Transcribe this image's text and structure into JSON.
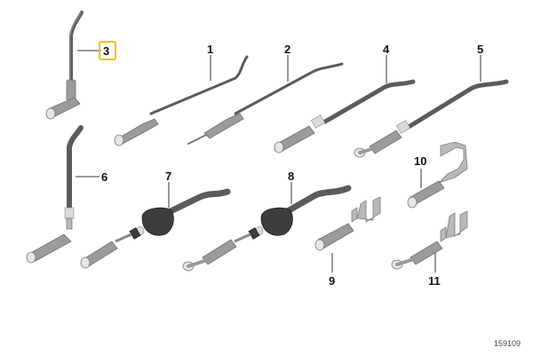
{
  "diagram": {
    "type": "parts-illustration",
    "highlighted_part": "3",
    "highlight_color": "#f2c200",
    "reference_number": "159109",
    "parts": [
      {
        "id": "1",
        "label": "1",
        "description": "cable with female socket (thin)"
      },
      {
        "id": "2",
        "label": "2",
        "description": "cable with pin contact (thin)"
      },
      {
        "id": "3",
        "label": "3",
        "description": "cable with angled socket"
      },
      {
        "id": "4",
        "label": "4",
        "description": "cable with crimped socket"
      },
      {
        "id": "5",
        "label": "5",
        "description": "cable with crimped pin"
      },
      {
        "id": "6",
        "label": "6",
        "description": "cable with angled crimped socket"
      },
      {
        "id": "7",
        "label": "7",
        "description": "cable with seal and socket"
      },
      {
        "id": "8",
        "label": "8",
        "description": "cable with seal and pin"
      },
      {
        "id": "9",
        "label": "9",
        "description": "socket contact with crimp"
      },
      {
        "id": "10",
        "label": "10",
        "description": "socket contact with bent crimp"
      },
      {
        "id": "11",
        "label": "11",
        "description": "pin contact with crimp"
      }
    ]
  }
}
